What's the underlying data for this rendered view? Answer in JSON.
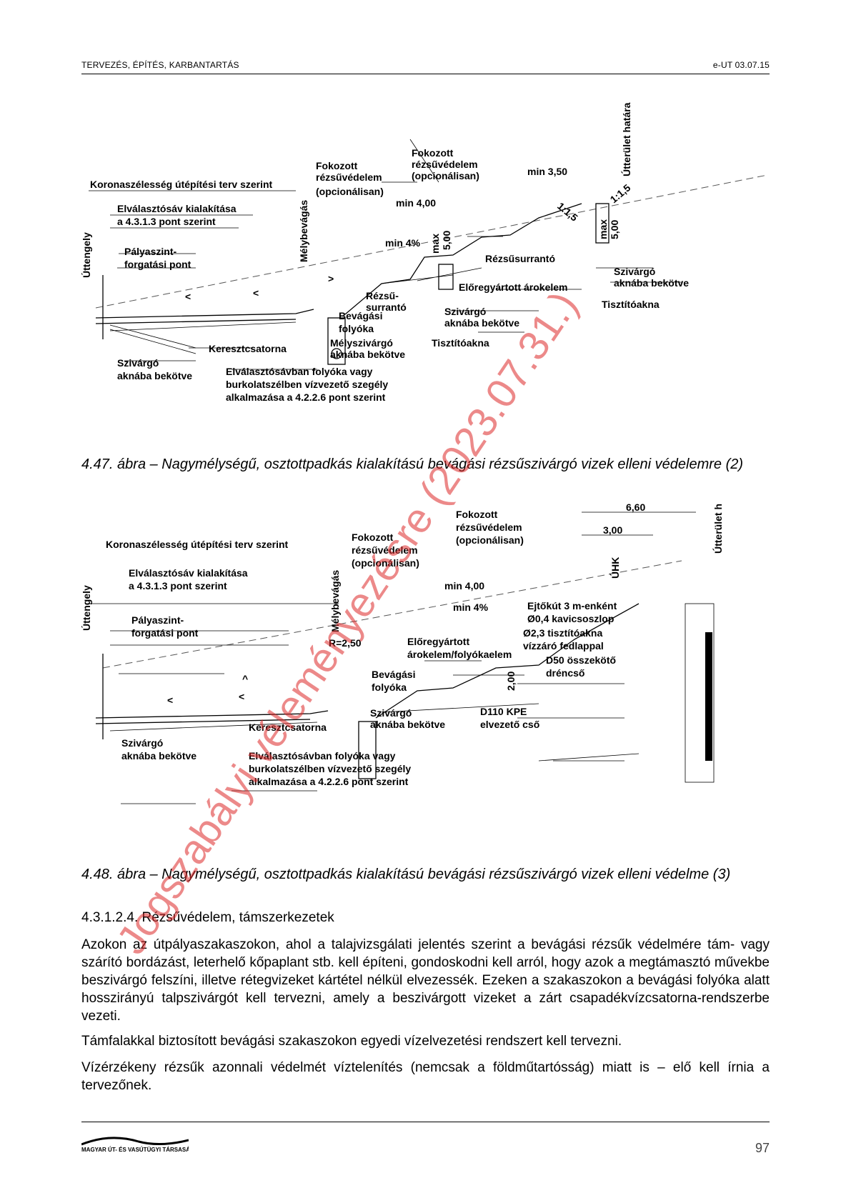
{
  "header": {
    "left": "TERVEZÉS, ÉPÍTÉS, KARBANTARTÁS",
    "right": "e-UT 03.07.15"
  },
  "figure1": {
    "labels": {
      "utterulet": "Útterület határa",
      "fok1a": "Fokozott",
      "fok1b": "rézsűvédelem",
      "fok1c": "(opcionálisan)",
      "fok2a": "Fokozott",
      "fok2b": "rézsűvédelem",
      "fok2c": "(opcionálisan)",
      "min350": "min 3,50",
      "korona": "Koronaszélesség útépítési terv szerint",
      "min400": "min 4,00",
      "slope1": "1:1,5",
      "slope2": "1:1,5",
      "elvA": "Elválasztósáv kialakítása",
      "elvB": "a 4.3.1.3 pont szerint",
      "mely": "Mélybevágás",
      "max1": "max",
      "v500a": "5,00",
      "max2": "max",
      "v500b": "5,00",
      "min4": "min 4%",
      "uttengely": "Úttengely",
      "palyaA": "Pályaszint-",
      "palyaB": "forgatási pont",
      "rezsuA": "Rézsűsurrantó",
      "szivR1": "Szivárgó",
      "szivR2": "aknába bekötve",
      "eloreg": "Előregyártott árokelem",
      "rezsu2a": "Rézsű-",
      "rezsu2b": "surrantó",
      "tiszt1": "Tisztítóakna",
      "bevA": "Bevágási",
      "bevB": "folyóka",
      "szivM1": "Szivárgó",
      "szivM2": "aknába bekötve",
      "melysz1": "Mélyszivárgó",
      "melysz2": "aknába bekötve",
      "tiszt2": "Tisztítóakna",
      "kereszt": "Keresztcsatorna",
      "szivL1": "Szivárgó",
      "szivL2": "aknába bekötve",
      "elvs1": "Elválasztósávban folyóka vagy",
      "elvs2": "burkolatszélben vízvezető szegély",
      "elvs3": "alkalmazása a 4.2.2.6 pont szerint"
    },
    "caption": "4.47. ábra – Nagymélységű, osztottpadkás kialakítású bevágási rézsűszivárgó vizek elleni védelemre (2)"
  },
  "figure2": {
    "labels": {
      "v660": "6,60",
      "v300": "3,00",
      "utterulet": "Útterület határa",
      "fokA1": "Fokozott",
      "fokA2": "rézsűvédelem",
      "fokA3": "(opcionálisan)",
      "fokB1": "Fokozott",
      "fokB2": "rézsűvédelem",
      "fokB3": "(opcionálisan)",
      "korona": "Koronaszélesség útépítési terv szerint",
      "uhk": "ÚHK",
      "elvA": "Elválasztósáv kialakítása",
      "elvB": "a 4.3.1.3 pont szerint",
      "mely": "Mélybevágás",
      "min400": "min 4,00",
      "min4": "min 4%",
      "ejto1": "Ejtőkút 3 m-enként",
      "ejto2": "Ø0,4  kavicsoszlop",
      "tiszt1": "Ø2,3 tisztítóakna",
      "tiszt2": "vízzáró fedlappal",
      "uttengely": "Úttengely",
      "palyaA": "Pályaszint-",
      "palyaB": "forgatási pont",
      "r250": "R=2,50",
      "eloreg1": "Előregyártott",
      "eloreg2": "árokelem/folyókaelem",
      "d50a": "D50 összekötő",
      "d50b": "dréncső",
      "bevA": "Bevágási",
      "bevB": "folyóka",
      "v200": "2,00",
      "szivM1": "Szivárgó",
      "szivM2": "aknába bekötve",
      "d110a": "D110 KPE",
      "d110b": "elvezető cső",
      "kereszt": "Keresztcsatorna",
      "szivL1": "Szivárgó",
      "szivL2": "aknába bekötve",
      "elvs1": "Elválasztósávban folyóka vagy",
      "elvs2": "burkolatszélben vízvezető szegély",
      "elvs3": "alkalmazása a 4.2.2.6 pont szerint"
    },
    "caption": "4.48. ábra – Nagymélységű, osztottpadkás kialakítású bevágási rézsűszivárgó vizek elleni védelme (3)"
  },
  "section_title": "4.3.1.2.4. Rézsűvédelem, támszerkezetek",
  "paragraphs": [
    "Azokon az útpályaszakaszokon, ahol a talajvizsgálati jelentés szerint a bevágási rézsűk védelmére tám- vagy szárító bordázást, leterhelő kőpaplant stb. kell építeni, gondoskodni kell arról, hogy azok a megtámasztó művekbe beszivárgó felszíni, illetve rétegvizeket kártétel nélkül elvezessék. Ezeken a szakaszokon a bevágási folyóka alatt hosszirányú talpszivárgót kell tervezni, amely a beszivárgott vizeket a zárt csapadékvízcsatorna-rendszerbe vezeti.",
    "Támfalakkal biztosított bevágási szakaszokon egyedi vízelvezetési rendszert kell tervezni.",
    "Vízérzékeny rézsűk azonnali védelmét víztelenítés (nemcsak a földműtartósság) miatt is – elő kell írnia a tervezőnek."
  ],
  "watermark": "Jogszabályi véleményezésre (2023.07.31.)",
  "footer": {
    "logo_text": "MAGYAR ÚT- ÉS VASÚTÜGYI TÁRSASÁG",
    "page": "97"
  }
}
